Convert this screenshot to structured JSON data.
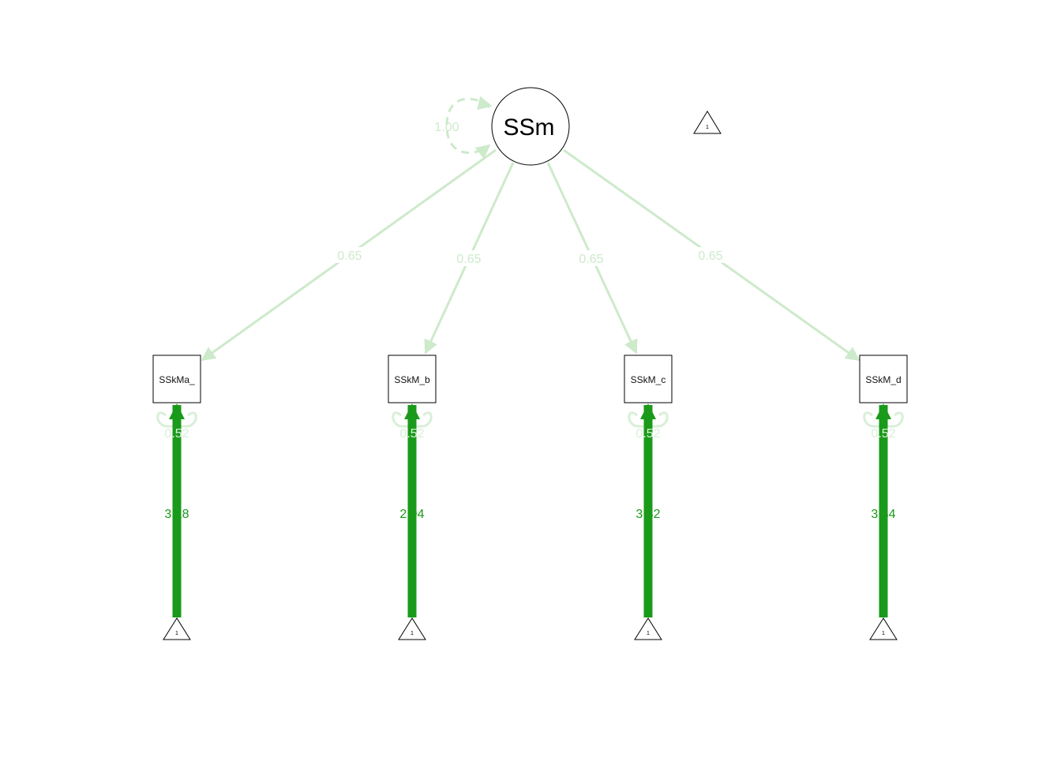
{
  "latent": {
    "label": "SSm",
    "variance": "1.00"
  },
  "mean_triangle_latent": "1",
  "loading_color": "#cdeacb",
  "intercept_color": "#1a9a1a",
  "indicators": [
    {
      "label": "SSkMa_",
      "loading": "0.65",
      "residual": "0.52",
      "intercept": "3.18",
      "tri": "1"
    },
    {
      "label": "SSkM_b",
      "loading": "0.65",
      "residual": "0.52",
      "intercept": "2.94",
      "tri": "1"
    },
    {
      "label": "SSkM_c",
      "loading": "0.65",
      "residual": "0.52",
      "intercept": "3.32",
      "tri": "1"
    },
    {
      "label": "SSkM_d",
      "loading": "0.65",
      "residual": "0.52",
      "intercept": "3.34",
      "tri": "1"
    }
  ]
}
